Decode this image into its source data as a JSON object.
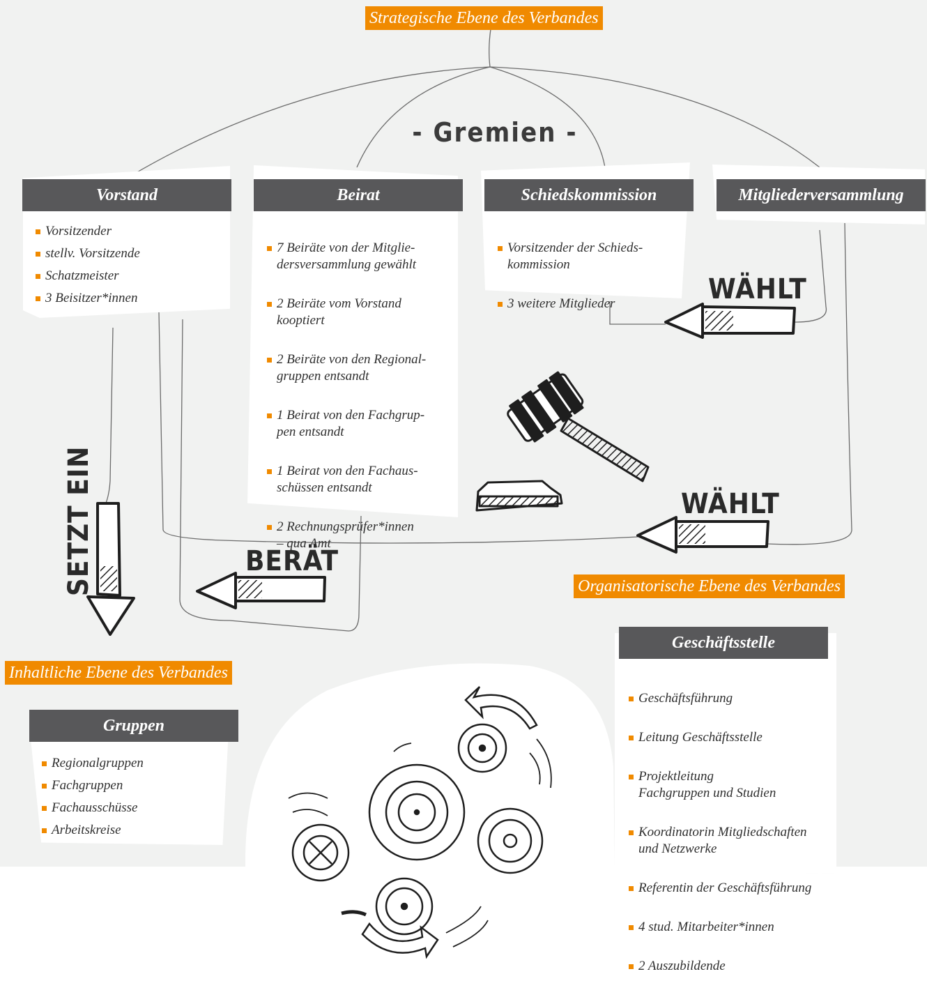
{
  "levels": {
    "strategic": "Strategische Ebene des Verbandes",
    "organisational": "Organisatorische Ebene des Verbandes",
    "content": "Inhaltliche Ebene des Verbandes"
  },
  "gremien_heading": "- Gremien -",
  "boards": {
    "vorstand": {
      "title": "Vorstand",
      "items": [
        "Vorsitzender",
        "stellv. Vorsitzende",
        "Schatzmeister",
        "3 Beisitzer*innen"
      ]
    },
    "beirat": {
      "title": "Beirat",
      "items": [
        "7 Beiräte von der Mitglie-\ndersversammlung gewählt",
        "2 Beiräte vom Vorstand\nkooptiert",
        "2 Beiräte von den Regional-\ngruppen entsandt",
        "1 Beirat von den Fachgrup-\npen entsandt",
        "1 Beirat von den Fachaus-\nschüssen entsandt",
        "2 Rechnungsprüfer*innen\n– qua Amt"
      ]
    },
    "schiedskommission": {
      "title": "Schiedskommission",
      "items": [
        "Vorsitzender der Schieds-\nkommission",
        "3 weitere Mitglieder"
      ]
    },
    "mitgliederversammlung": {
      "title": "Mitgliederversammlung",
      "items": []
    },
    "geschaeftsstelle": {
      "title": "Geschäftsstelle",
      "items": [
        "Geschäftsführung",
        "Leitung Geschäftsstelle",
        "Projektleitung\nFachgruppen und Studien",
        "Koordinatorin Mitgliedschaften\nund Netzwerke",
        "Referentin der Geschäftsführung",
        "4 stud. Mitarbeiter*innen",
        "2 Auszubildende"
      ]
    },
    "gruppen": {
      "title": "Gruppen",
      "items": [
        "Regionalgruppen",
        "Fachgruppen",
        "Fachausschüsse",
        "Arbeitskreise"
      ]
    }
  },
  "arrows": {
    "waehlt_top": "wählt",
    "waehlt_bottom": "wählt",
    "beraet": "berät",
    "setzt_ein": "setzt ein"
  },
  "colors": {
    "accent": "#f08a00",
    "title_bar": "#58585a",
    "background": "#f1f2f1"
  },
  "icons": [
    "gavel-icon",
    "gears-icon"
  ]
}
